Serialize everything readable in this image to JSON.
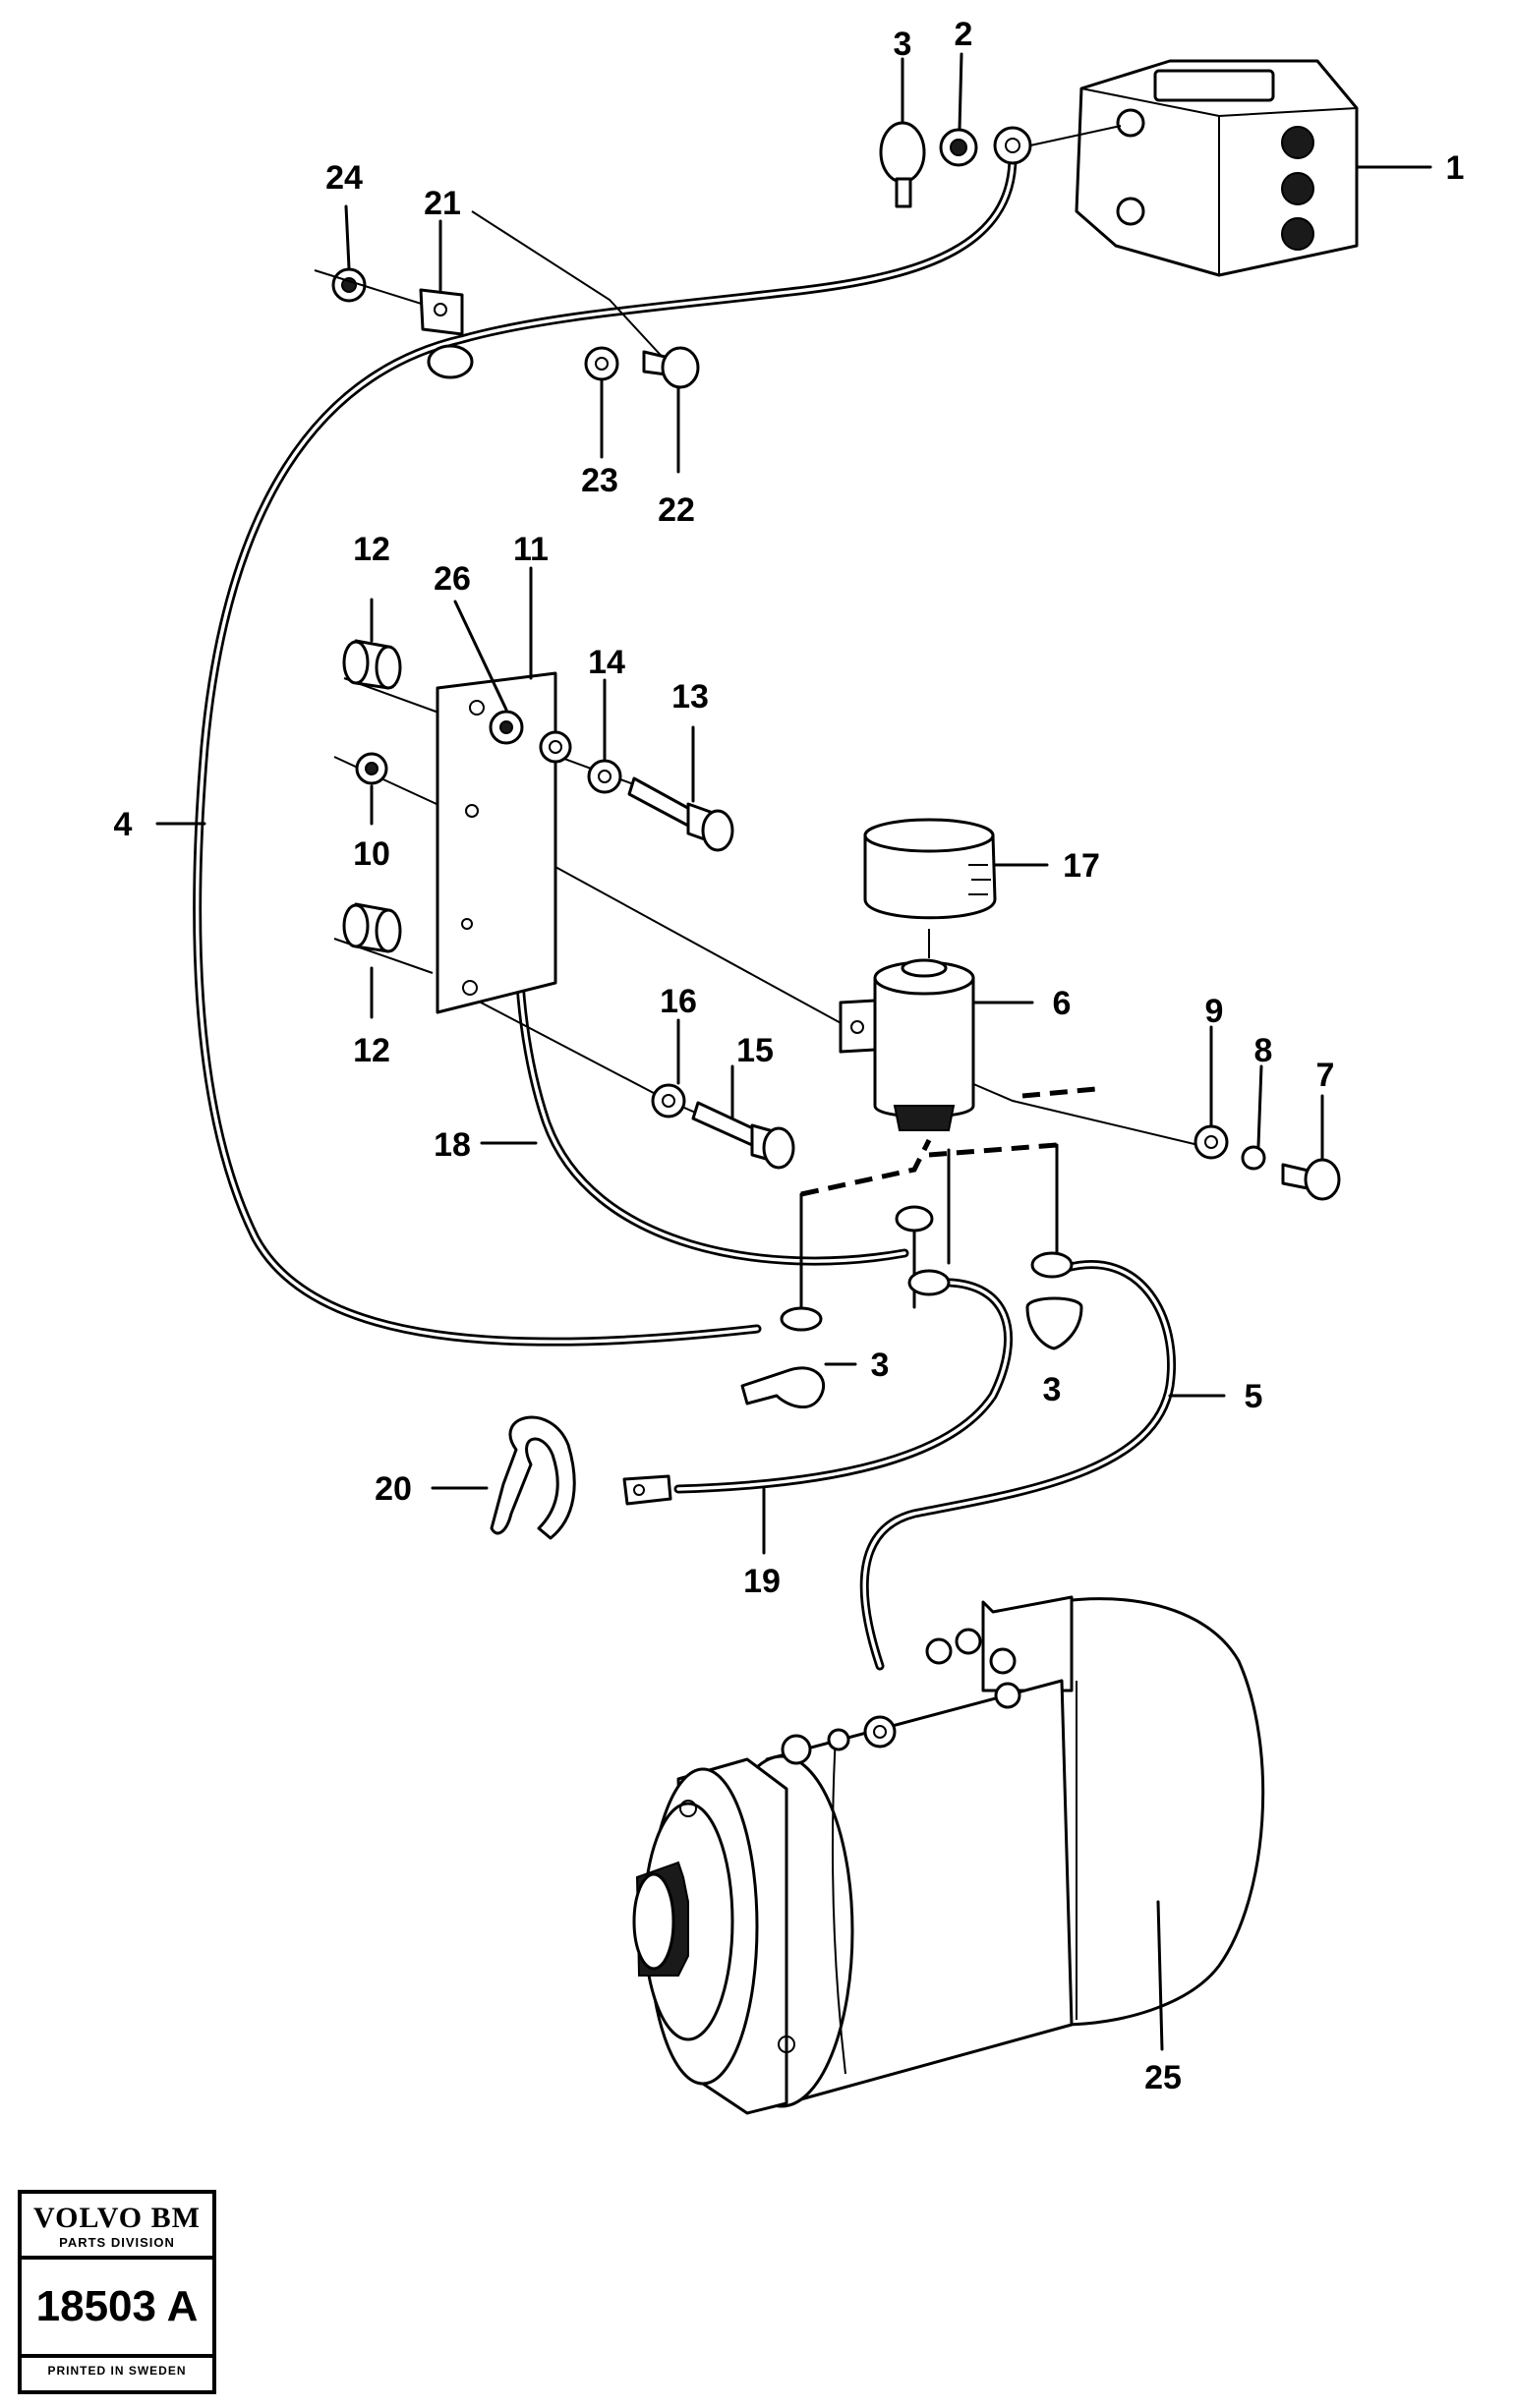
{
  "callouts": {
    "c1": "1",
    "c2": "2",
    "c3a": "3",
    "c3b": "3",
    "c3c": "3",
    "c4": "4",
    "c5": "5",
    "c6": "6",
    "c7": "7",
    "c8": "8",
    "c9": "9",
    "c10": "10",
    "c11": "11",
    "c12a": "12",
    "c12b": "12",
    "c13": "13",
    "c14": "14",
    "c15": "15",
    "c16": "16",
    "c17": "17",
    "c18": "18",
    "c19": "19",
    "c20": "20",
    "c21": "21",
    "c22": "22",
    "c23": "23",
    "c24": "24",
    "c25": "25",
    "c26": "26"
  },
  "stamp": {
    "brand": "VOLVO BM",
    "division": "PARTS DIVISION",
    "number": "18503 A",
    "printed": "PRINTED IN SWEDEN"
  }
}
